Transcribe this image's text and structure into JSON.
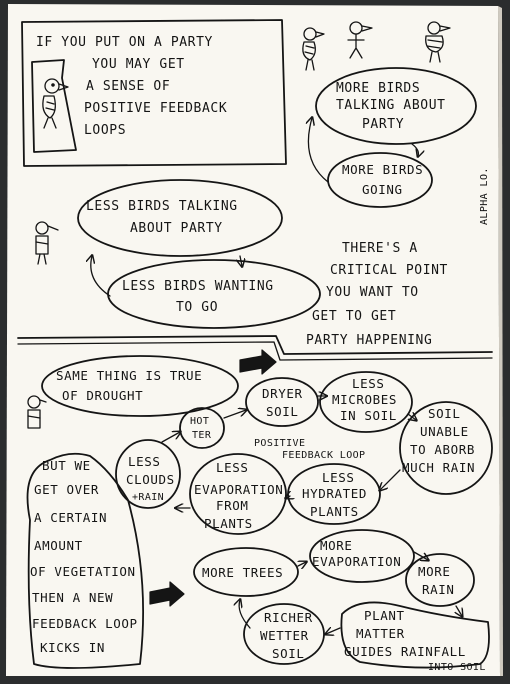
{
  "intro": [
    "IF YOU PUT ON A PARTY",
    "YOU MAY GET",
    "A SENSE OF",
    "POSITIVE FEEDBACK",
    "LOOPS"
  ],
  "signature": "ALPHA LO.",
  "top_loop": {
    "more_talking": [
      "MORE BIRDS",
      "TALKING ABOUT",
      "PARTY"
    ],
    "more_going": [
      "MORE BIRDS",
      "GOING"
    ]
  },
  "middle_loop": {
    "less_talking": [
      "LESS BIRDS TALKING",
      "ABOUT PARTY"
    ],
    "less_wanting": [
      "LESS BIRDS WANTING",
      "TO GO"
    ]
  },
  "critical_point": [
    "THERE'S A",
    "CRITICAL POINT",
    "YOU WANT TO",
    "GET TO GET",
    "PARTY HAPPENING"
  ],
  "drought_loop": {
    "same_thing": [
      "SAME THING IS TRUE",
      "OF DROUGHT"
    ],
    "dryer_soil": [
      "DRYER",
      "SOIL"
    ],
    "less_microbes": [
      "LESS",
      "MICROBES",
      "IN SOIL"
    ],
    "soil_unable": [
      "SOIL",
      "UNABLE",
      "TO ABORB",
      "MUCH RAIN"
    ],
    "less_hydrated": [
      "LESS",
      "HYDRATED",
      "PLANTS"
    ],
    "less_evaporation": [
      "LESS",
      "EVAPORATION",
      "FROM",
      "PLANTS"
    ],
    "less_clouds": [
      "LESS",
      "CLOUDS",
      "+RAIN"
    ],
    "hotter": [
      "HOT",
      "TER"
    ],
    "positive_label": [
      "POSITIVE",
      "FEEDBACK LOOP"
    ]
  },
  "vegetation_text": [
    "BUT WE",
    "GET OVER",
    "A CERTAIN",
    "AMOUNT",
    "OF VEGETATION",
    "THEN A NEW",
    "FEEDBACK LOOP",
    "KICKS IN"
  ],
  "vegetation_loop": {
    "more_trees": "MORE TREES",
    "more_evaporation": [
      "MORE",
      "EVAPORATION"
    ],
    "more_rain": [
      "MORE",
      "RAIN"
    ],
    "plant_matter": [
      "PLANT",
      "MATTER",
      "GUIDES RAINFALL",
      "INTO SOIL"
    ],
    "richer_soil": [
      "RICHER",
      "WETTER",
      "SOIL"
    ]
  }
}
